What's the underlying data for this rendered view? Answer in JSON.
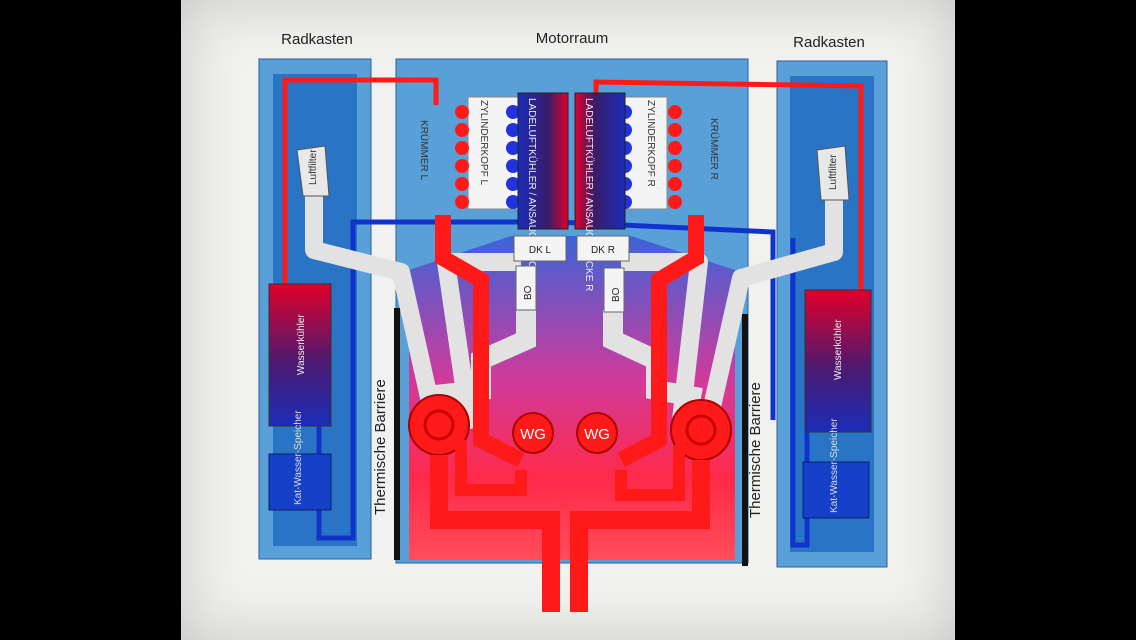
{
  "labels": {
    "radkasten_left": "Radkasten",
    "motorraum": "Motorraum",
    "radkasten_right": "Radkasten",
    "barrier_left": "Thermische Barriere",
    "barrier_right": "Thermische Barriere",
    "cooler_left": "LADELUFTKÜHLER / ANSAUGBRÜCKE L",
    "cooler_right": "LADELUFTKÜHLER / ANSAUGBRÜCKE R",
    "cylinder_left": "ZYLINDERKOPF L",
    "cylinder_right": "ZYLINDERKOPF R",
    "manifold_left": "KRÜMMER L",
    "manifold_right": "KRÜMMER R",
    "airfilter_left": "Luftfilter",
    "airfilter_right": "Luftfilter",
    "watercooler_left": "Wasserkühler",
    "watercooler_right": "Wasserkühler",
    "reservoir_left": "Kat-Wasser-Speicher",
    "reservoir_right": "Kat-Wasser-Speicher",
    "throttle_left": "DK L",
    "throttle_right": "DK R",
    "bov_left": "BO",
    "bov_right": "BO",
    "wastegate_left": "WG",
    "wastegate_right": "WG"
  },
  "colors": {
    "hot": "#ff1a1a",
    "cold": "#1133cc",
    "panel_light": "#5aa0d8",
    "panel_dark": "#1f6cc4",
    "intake": "#e2e2e2"
  }
}
